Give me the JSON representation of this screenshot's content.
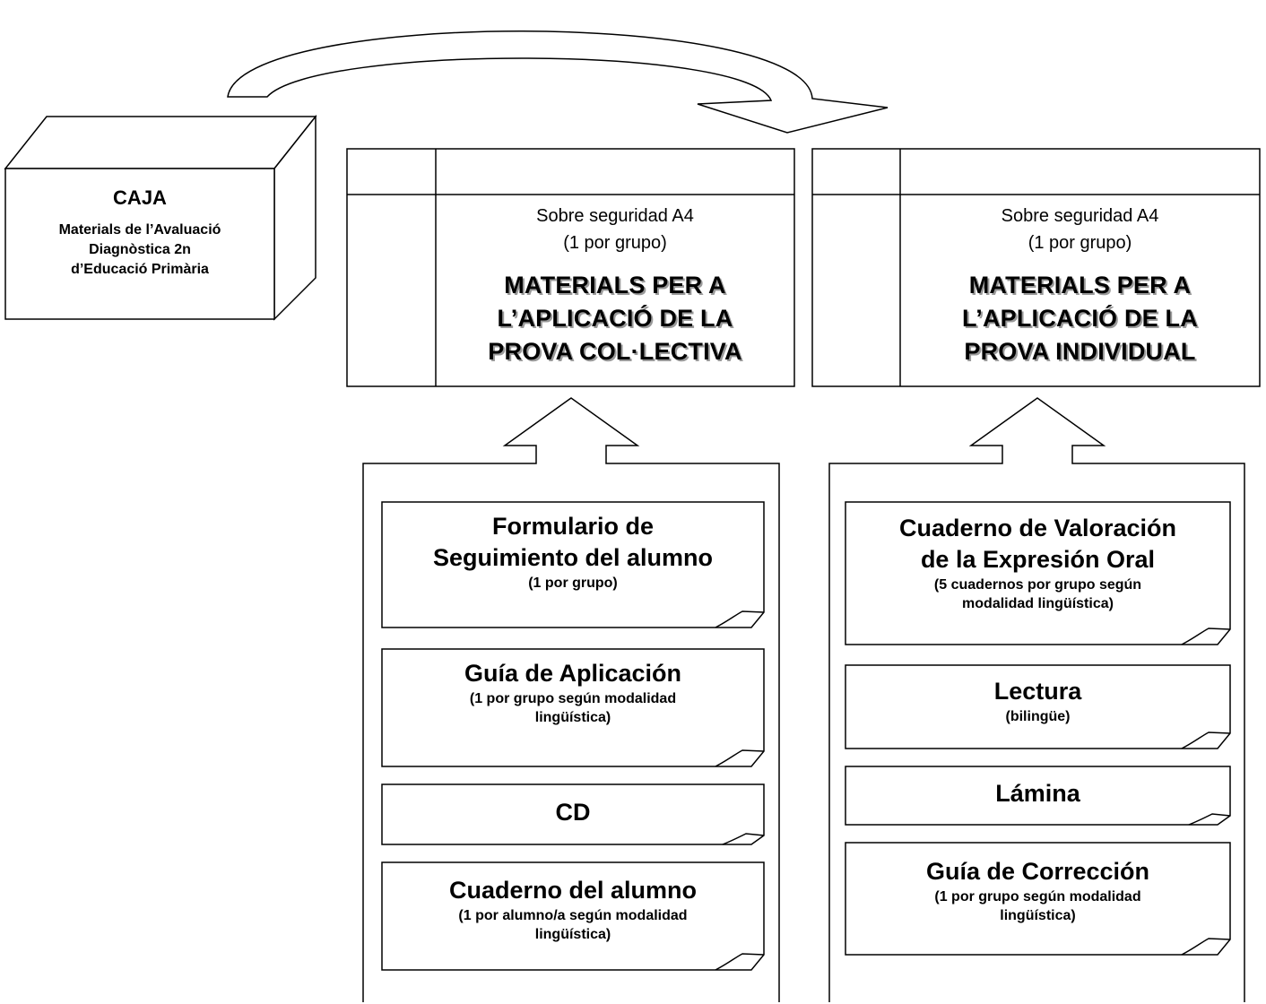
{
  "box": {
    "title": "CAJA",
    "line1": "Materials de l’Avaluació",
    "line2": "Diagnòstica 2n",
    "line3": "d’Educació Primària"
  },
  "envelopes": [
    {
      "line1": "Sobre seguridad A4",
      "line2": "(1 por grupo)",
      "title1": "MATERIALS PER A",
      "title2": "L’APLICACIÓ DE LA",
      "title3": "PROVA COL·LECTIVA"
    },
    {
      "line1": "Sobre seguridad A4",
      "line2": "(1 por grupo)",
      "title1": "MATERIALS PER A",
      "title2": "L’APLICACIÓ DE LA",
      "title3": "PROVA INDIVIDUAL"
    }
  ],
  "collective_items": [
    {
      "title1": "Formulario de",
      "title2": "Seguimiento del alumno",
      "sub1": "(1 por grupo)",
      "sub2": ""
    },
    {
      "title1": "Guía de Aplicación",
      "title2": "",
      "sub1": "(1 por grupo según modalidad",
      "sub2": "lingüística)"
    },
    {
      "title1": "CD",
      "title2": "",
      "sub1": "",
      "sub2": ""
    },
    {
      "title1": "Cuaderno del alumno",
      "title2": "",
      "sub1": "(1 por alumno/a según modalidad",
      "sub2": "lingüística)"
    }
  ],
  "individual_items": [
    {
      "title1": "Cuaderno de Valoración",
      "title2": "de la Expresión Oral",
      "sub1": "(5 cuadernos por grupo según",
      "sub2": "modalidad lingüística)"
    },
    {
      "title1": "Lectura",
      "title2": "",
      "sub1": "(bilingüe)",
      "sub2": ""
    },
    {
      "title1": "Lámina",
      "title2": "",
      "sub1": "",
      "sub2": ""
    },
    {
      "title1": "Guía de Corrección",
      "title2": "",
      "sub1": "(1 por grupo según modalidad",
      "sub2": "lingüística)"
    }
  ]
}
